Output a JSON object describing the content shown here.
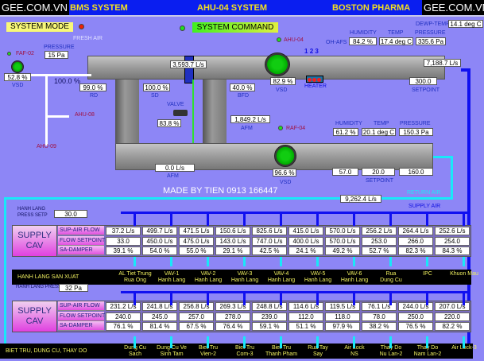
{
  "header": {
    "brand_left": "GEE.COM.VN",
    "title_left": "BMS SYSTEM",
    "title_center": "AHU-04 SYSTEM",
    "title_right": "BOSTON PHARMA",
    "brand_right": "GEE.COM.VN"
  },
  "controls": {
    "system_mode": "SYSTEM MODE",
    "system_mode_status": "#ff2000",
    "system_command": "SYSTEM COMMAND",
    "system_command_status": "#20e020"
  },
  "fresh_air": {
    "label": "FRESH AIR",
    "faf": "FAF-02",
    "pressure_label": "PRESSURE",
    "pressure": "15 Pa",
    "vsd_value": "52.8 %",
    "vsd_label": "VSD",
    "damper": "100.0 %"
  },
  "supply_duct": {
    "ahu": "AHU-04",
    "dewp_label": "DEWP-TEMP",
    "dewp": "14.1 deg C",
    "humidity_label": "HUMIDITY",
    "temp_label": "TEMP",
    "pressure_label": "PRESSURE",
    "oh_afs": "OH-AFS",
    "humidity": "84.2 %",
    "temp": "17.4 deg C",
    "pressure": "335.6 Pa",
    "flow": "3,593.7 L/s",
    "supply_flow": "7,188.7 L/s",
    "rd": "99.0 %",
    "rd_label": "RD",
    "sd": "100.0 %",
    "sd_label": "SD",
    "bfd": "40.0 %",
    "bfd_label": "BFD",
    "vsd": "82.9 %",
    "vsd_label": "VSD",
    "heater_label": "HEATER",
    "heater_stages": [
      "1",
      "2",
      "3"
    ],
    "setpoint": "300.0",
    "setpoint_label": "SETPOINT"
  },
  "valve": {
    "label": "VALVE",
    "value": "83.8 %"
  },
  "afm_upper": {
    "value": "1,849.2 L/s",
    "label": "AFM"
  },
  "branches": {
    "ahu08": "AHU-08",
    "ahu09": "AHU-09"
  },
  "return_duct": {
    "raf": "RAF-04",
    "humidity_label": "HUMIDITY",
    "temp_label": "TEMP",
    "pressure_label": "PRESSURE",
    "humidity": "61.2 %",
    "temp": "20.1 deg C",
    "pressure": "150.3 Pa",
    "afm": "0.0 L/s",
    "afm_label": "AFM",
    "vsd": "96.6 %",
    "vsd_label": "VSD",
    "sp_humidity": "57.0",
    "sp_temp": "20.0",
    "sp_pressure": "160.0",
    "setpoint_label": "SETPOINT"
  },
  "watermark": "MADE BY TIEN  0913 166447",
  "return_air": {
    "flow": "9,262.4 L/s",
    "label": "RETURN AIR",
    "supply_label": "SUPPLY AIR"
  },
  "group1": {
    "press_label": "HANH LANG\nPRESS SETP",
    "press_value": "30.0",
    "cav_label": "SUPPLY CAV",
    "row_labels": [
      "SUP-AIR FLOW",
      "FLOW SETPOINT",
      "SA-DAMPER"
    ],
    "flow": [
      "37.2 L/s",
      "499.7 L/s",
      "471.5 L/s",
      "150.6 L/s",
      "825.6 L/s",
      "415.0 L/s",
      "570.0 L/s",
      "256.2 L/s",
      "264.4 L/s",
      "252.6 L/s"
    ],
    "setpoint": [
      "33.0",
      "450.0 L/s",
      "475.0 L/s",
      "143.0 L/s",
      "747.0 L/s",
      "400.0 L/s",
      "570.0 L/s",
      "253.0",
      "266.0",
      "254.0"
    ],
    "damper": [
      "39.1 %",
      "54.0 %",
      "55.0 %",
      "29.1 %",
      "42.5 %",
      "24.1 %",
      "49.2 %",
      "52.7 %",
      "82.3 %",
      "84.3 %"
    ],
    "zone_title": "HANH LANG SAN XUAT",
    "zones": [
      [
        "AL Tiet Trung",
        "Rua Ong"
      ],
      [
        "VAV-1",
        "Hanh Lang"
      ],
      [
        "VAV-2",
        "Hanh Lang"
      ],
      [
        "VAV-3",
        "Hanh Lang"
      ],
      [
        "VAV-4",
        "Hanh Lang"
      ],
      [
        "VAV-5",
        "Hanh Lang"
      ],
      [
        "VAV-6",
        "Hanh Lang"
      ],
      [
        "Rua",
        "Dung Cu"
      ],
      [
        "IPC",
        ""
      ],
      [
        "Khuon Mau",
        ""
      ]
    ]
  },
  "group2": {
    "press_label": "HANH LANG PRESS",
    "press_value": "32 Pa",
    "cav_label": "SUPPLY CAV",
    "row_labels": [
      "SUP-AIR FLOW",
      "FLOW SETPOINT",
      "SA-DAMPER"
    ],
    "flow": [
      "231.2 L/s",
      "241.8 L/s",
      "256.8 L/s",
      "269.3 L/s",
      "248.8 L/s",
      "114.6 L/s",
      "119.5 L/s",
      "76.1 L/s",
      "244.0 L/s",
      "207.0 L/s"
    ],
    "setpoint": [
      "240.0",
      "245.0",
      "257.0",
      "278.0",
      "239.0",
      "112.0",
      "118.0",
      "78.0",
      "250.0",
      "220.0"
    ],
    "damper": [
      "76.1 %",
      "81.4 %",
      "67.5 %",
      "76.4 %",
      "59.1 %",
      "51.1 %",
      "97.9 %",
      "38.2 %",
      "76.5 %",
      "82.2 %"
    ],
    "zone_title": "BIET TRU, DUNG CU, THAY DO",
    "zones": [
      [
        "Dung Cu",
        "Sach"
      ],
      [
        "Dung Cu Ve",
        "Sinh Tam"
      ],
      [
        "Biet Tru",
        "Vien-2"
      ],
      [
        "Biet Tru",
        "Com-3"
      ],
      [
        "Biet Tru",
        "Thanh Pham"
      ],
      [
        "Rua Tay",
        "Say"
      ],
      [
        "Air Lock",
        "NS"
      ],
      [
        "Thay Do",
        "Nu Lan-2"
      ],
      [
        "Thay Do",
        "Nam Lan-2"
      ],
      [
        "Air Lock-3",
        ""
      ]
    ]
  }
}
